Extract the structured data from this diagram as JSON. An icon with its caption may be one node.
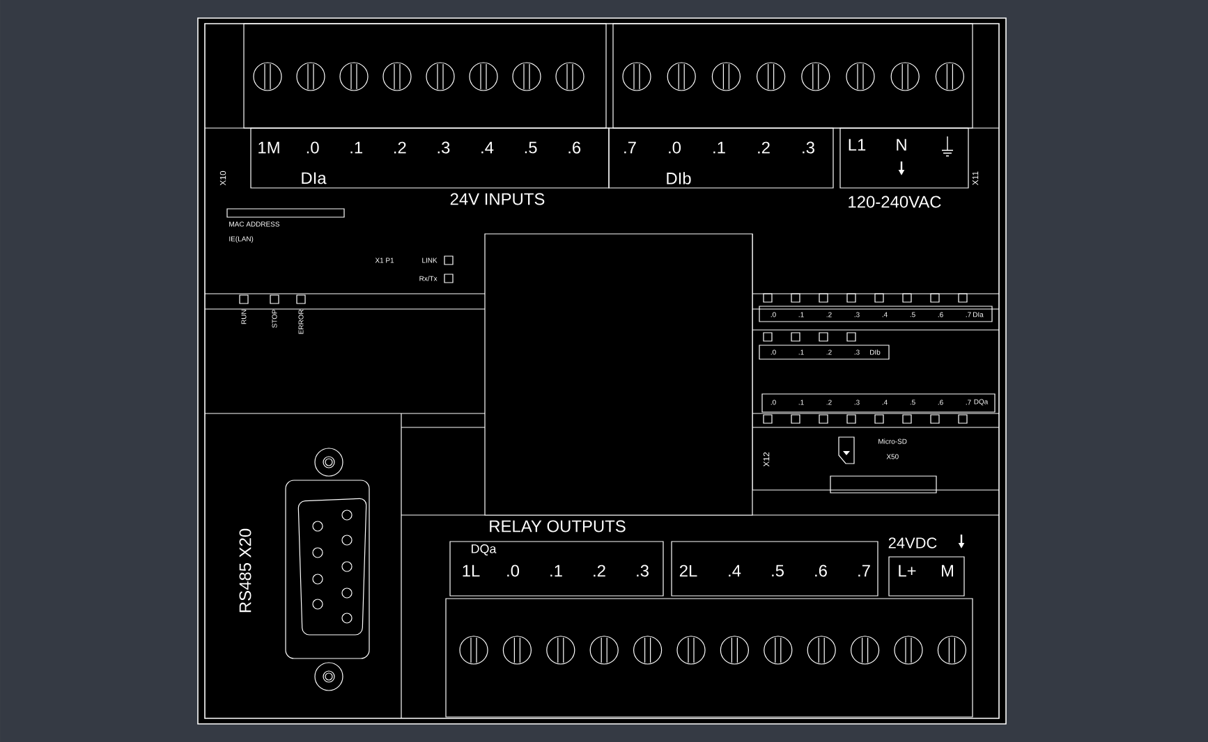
{
  "diagram": {
    "nodes": [
      {
        "text": [
          "1M",
          ".0",
          ".1",
          ".2",
          ".3",
          ".4",
          ".5",
          ".6",
          "DIa"
        ]
      },
      {
        "text": [
          ".7",
          ".0",
          ".1",
          ".2",
          ".3",
          "DIb"
        ]
      },
      {
        "text": [
          "L1",
          "N"
        ]
      },
      {
        "text": [
          "DQa",
          "1L",
          ".0",
          ".1",
          ".2",
          ".3"
        ]
      },
      {
        "text": [
          "2L",
          ".4",
          ".5",
          ".6",
          ".7"
        ]
      },
      {
        "text": [
          "L+",
          "M"
        ],
        "beside": [
          "24VDC"
        ]
      },
      {
        "text": [
          ".0",
          ".1",
          ".2",
          ".3",
          ".4",
          ".5",
          ".6",
          ".7",
          "DIa"
        ]
      },
      {
        "text": [
          ".0",
          ".1",
          ".2",
          ".3",
          "DIb"
        ]
      },
      {
        "text": [
          ".0",
          ".1",
          ".2",
          ".3",
          ".4",
          ".5",
          ".6",
          ".7",
          "DQa"
        ]
      }
    ],
    "labels": [
      "X10",
      "24V INPUTS",
      "120-240VAC",
      "X11",
      "MAC ADDRESS",
      "IE(LAN)",
      "X1 P1",
      "LINK",
      "Rx/Tx",
      "RUN",
      "STOP",
      "ERROR",
      "Micro-SD",
      "X50",
      "X12",
      "RS485 X20",
      "RELAY OUTPUTS"
    ]
  }
}
